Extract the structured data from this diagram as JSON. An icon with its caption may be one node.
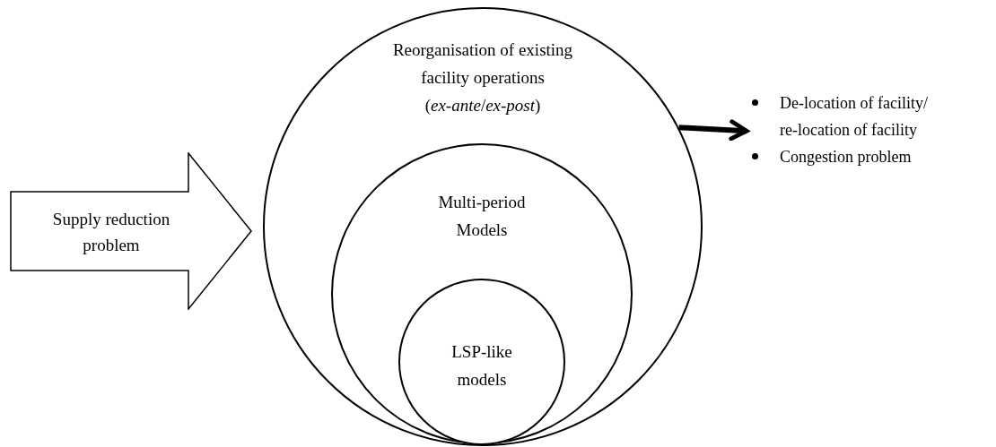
{
  "diagram": {
    "nodes": [
      {
        "text": [
          "Supply reduction problem"
        ]
      },
      {
        "text": [
          "Reorganisation of existing facility operations (*ex-ante*/*ex-post*)"
        ]
      },
      {
        "text": [
          "Multi-period Models"
        ],
        "in": 1
      },
      {
        "text": [
          "LSP-like models"
        ],
        "in": 2
      },
      {
        "text": [
          "De-location of facility/ re-location of facility",
          "Congestion problem"
        ]
      }
    ],
    "edges": [
      {
        "from": 1,
        "to": 4,
        "arrow": "to"
      }
    ]
  }
}
